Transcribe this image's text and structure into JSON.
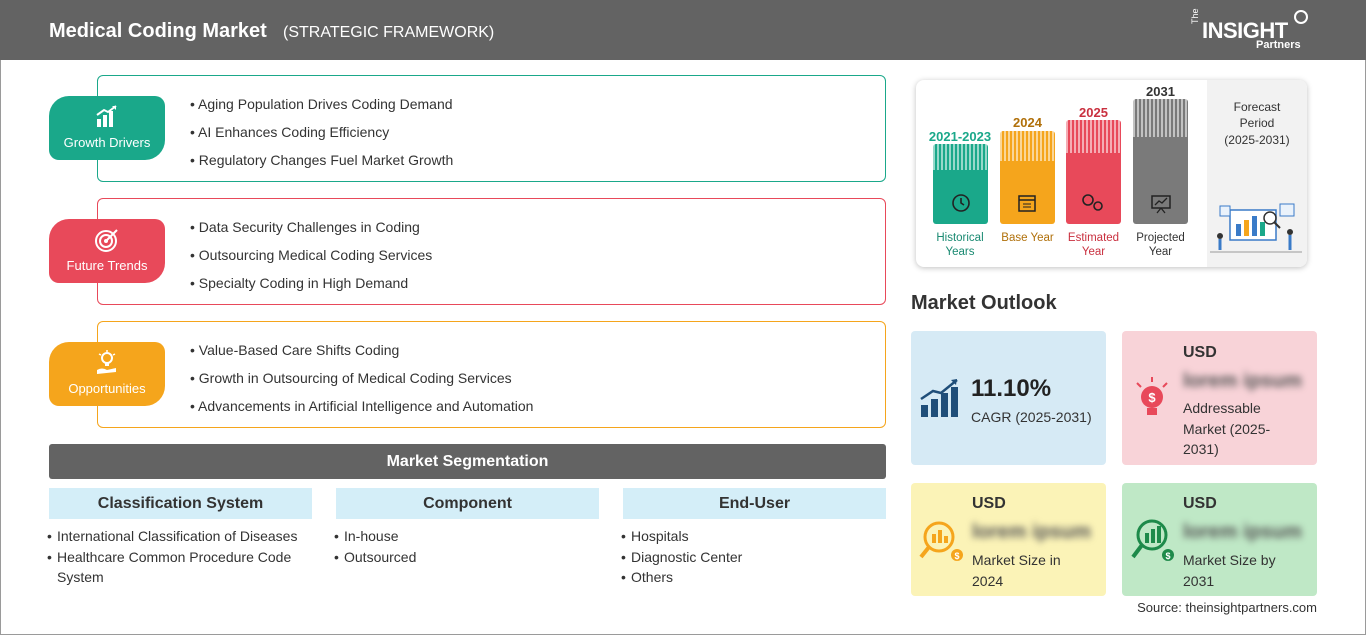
{
  "header": {
    "title": "Medical Coding Market",
    "subtitle": "(STRATEGIC FRAMEWORK)",
    "logo": {
      "the": "The",
      "brand": "INSIGHT",
      "partners": "Partners"
    }
  },
  "framework": [
    {
      "label": "Growth Drivers",
      "color": "#1aa88a",
      "icon": "growth-chart-icon",
      "items": [
        "Aging Population Drives Coding Demand",
        "AI Enhances Coding Efficiency",
        "Regulatory Changes Fuel Market Growth"
      ]
    },
    {
      "label": "Future Trends",
      "color": "#e8495a",
      "icon": "target-icon",
      "items": [
        "Data Security Challenges in Coding",
        "Outsourcing Medical Coding Services",
        "Specialty Coding in High Demand"
      ]
    },
    {
      "label": "Opportunities",
      "color": "#f5a51c",
      "icon": "lightbulb-hand-icon",
      "items": [
        "Value-Based Care Shifts Coding",
        "Growth in Outsourcing of Medical Coding Services",
        "Advancements in Artificial Intelligence and Automation"
      ]
    }
  ],
  "segmentation": {
    "title": "Market Segmentation",
    "columns": [
      {
        "heading": "Classification System",
        "items": [
          "International Classification of Diseases",
          "Healthcare Common Procedure Code System"
        ]
      },
      {
        "heading": "Component",
        "items": [
          "In-house",
          "Outsourced"
        ]
      },
      {
        "heading": "End-User",
        "items": [
          "Hospitals",
          "Diagnostic Center",
          "Others"
        ]
      }
    ]
  },
  "timeline": {
    "bars": [
      {
        "year": "2021-2023",
        "label": "Historical Years",
        "color": "#1aa88a",
        "icon": "history-clock-icon"
      },
      {
        "year": "2024",
        "label": "Base Year",
        "color": "#f5a51c",
        "icon": "calendar-icon"
      },
      {
        "year": "2025",
        "label": "Estimated Year",
        "color": "#e8495a",
        "icon": "gears-icon"
      },
      {
        "year": "2031",
        "label": "Projected Year",
        "color": "#7a7a7a",
        "icon": "presentation-icon"
      }
    ],
    "forecast": {
      "label": "Forecast Period",
      "range": "(2025-2031)"
    }
  },
  "outlook": {
    "title": "Market Outlook",
    "cagr": {
      "value": "11.10%",
      "label": "CAGR (2025-2031)",
      "bg": "#d6eaf5"
    },
    "addressable": {
      "usd": "USD",
      "value": "lorem ipsum",
      "label": "Addressable Market (2025-2031)",
      "bg": "#f8d3d8"
    },
    "size2024": {
      "usd": "USD",
      "value": "lorem ipsum",
      "label": "Market Size in 2024",
      "bg": "#fbf3b7"
    },
    "size2031": {
      "usd": "USD",
      "value": "lorem ipsum",
      "label": "Market Size by 2031",
      "bg": "#bfe8c6"
    }
  },
  "source": "Source: theinsightpartners.com"
}
